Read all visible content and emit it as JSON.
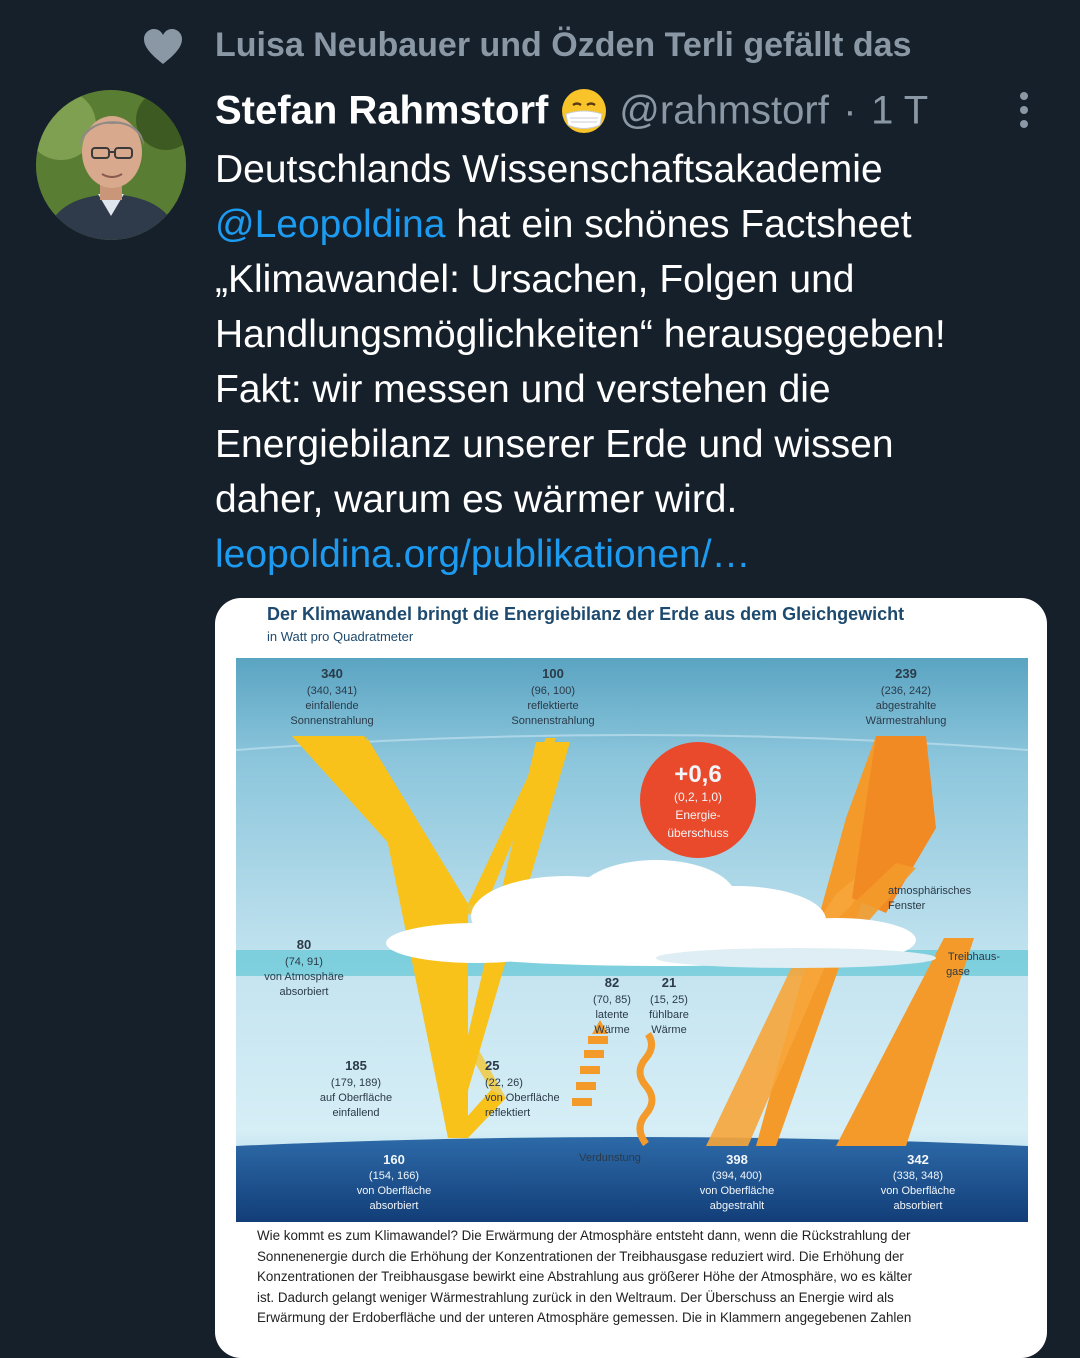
{
  "liked": {
    "text": "Luisa Neubauer und Özden Terli gefällt das"
  },
  "tweet": {
    "author_name": "Stefan Rahmstorf",
    "handle": "@rahmstorf",
    "separator": "·",
    "time": "1 T",
    "lines": [
      "Deutschlands Wissenschaftsakademie",
      "hat ein schönes Factsheet",
      "„Klimawandel: Ursachen, Folgen und",
      "Handlungsmöglichkeiten“ herausgegeben!",
      "Fakt: wir messen und verstehen die",
      "Energiebilanz unserer Erde und wissen",
      "daher, warum es wärmer wird."
    ],
    "mention": "@Leopoldina",
    "link": "leopoldina.org/publikationen/…"
  },
  "figure": {
    "title": "Der Klimawandel bringt die Energiebilanz der Erde aus dem Gleichgewicht",
    "subtitle": "in Watt pro Quadratmeter",
    "labels": {
      "incoming": {
        "value": "340",
        "range": "(340, 341)",
        "l1": "einfallende",
        "l2": "Sonnenstrahlung"
      },
      "reflected": {
        "value": "100",
        "range": "(96, 100)",
        "l1": "reflektierte",
        "l2": "Sonnenstrahlung"
      },
      "emitted": {
        "value": "239",
        "range": "(236, 242)",
        "l1": "abgestrahlte",
        "l2": "Wärmestrahlung"
      },
      "surplus": {
        "value": "+0,6",
        "range": "(0,2, 1,0)",
        "l1": "Energie-",
        "l2": "überschuss"
      },
      "window": {
        "l1": "atmosphärisches",
        "l2": "Fenster"
      },
      "ghg": {
        "l1": "Treibhaus-",
        "l2": "gase"
      },
      "atm_absorbed": {
        "value": "80",
        "range": "(74, 91)",
        "l1": "von Atmosphäre",
        "l2": "absorbiert"
      },
      "latent": {
        "value": "82",
        "range": "(70, 85)",
        "l1": "latente",
        "l2": "Wärme"
      },
      "sensible": {
        "value": "21",
        "range": "(15, 25)",
        "l1": "fühlbare",
        "l2": "Wärme"
      },
      "surface_in": {
        "value": "185",
        "range": "(179, 189)",
        "l1": "auf Oberfläche",
        "l2": "einfallend"
      },
      "surface_refl": {
        "value": "25",
        "range": "(22, 26)",
        "l1": "von Oberfläche",
        "l2": "reflektiert"
      },
      "evaporation": {
        "l1": "Verdunstung"
      },
      "surface_abs": {
        "value": "160",
        "range": "(154, 166)",
        "l1": "von Oberfläche",
        "l2": "absorbiert"
      },
      "surface_emit": {
        "value": "398",
        "range": "(394, 400)",
        "l1": "von Oberfläche",
        "l2": "abgestrahlt"
      },
      "backrad_abs": {
        "value": "342",
        "range": "(338, 348)",
        "l1": "von Oberfläche",
        "l2": "absorbiert"
      }
    },
    "caption": [
      "Wie kommt es zum Klimawandel? Die Erwärmung der Atmosphäre entsteht dann, wenn die Rückstrahlung der",
      "Sonnenenergie durch die Erhöhung der Konzentrationen der Treibhausgase reduziert wird. Die Erhöhung der",
      "Konzentrationen der Treibhausgase bewirkt eine Abstrahlung aus größerer Höhe der Atmosphäre, wo es kälter",
      "ist. Dadurch gelangt weniger Wärmestrahlung zurück in den Weltraum. Der Überschuss an Energie wird als",
      "Erwärmung der Erdoberfläche und der unteren Atmosphäre gemessen. Die in Klammern angegebenen Zahlen"
    ]
  },
  "colors": {
    "background": "#16202b",
    "link": "#1d9bf0",
    "muted": "#8a97a4",
    "solar": "#f8c21a",
    "thermal": "#f39a2a",
    "surplus": "#ea4a2c"
  }
}
